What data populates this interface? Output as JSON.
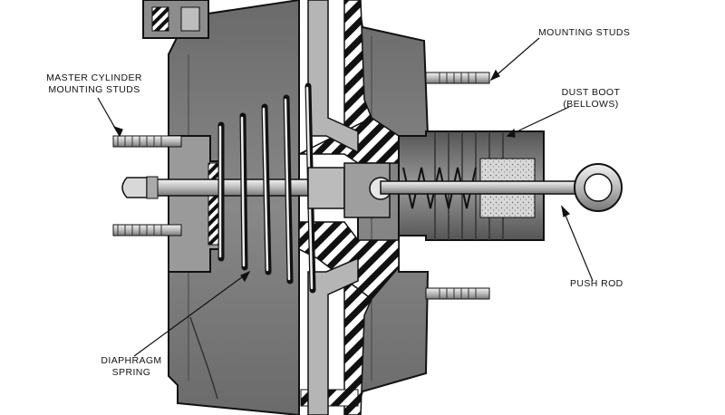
{
  "labels": {
    "master_cylinder_line1": "MASTER CYLINDER",
    "master_cylinder_line2": "MOUNTING STUDS",
    "mounting_studs": "MOUNTING STUDS",
    "dust_boot_line1": "DUST BOOT",
    "dust_boot_line2": "(BELLOWS)",
    "push_rod": "PUSH ROD",
    "diaphragm_line1": "DIAPHRAGM",
    "diaphragm_line2": "SPRING"
  }
}
